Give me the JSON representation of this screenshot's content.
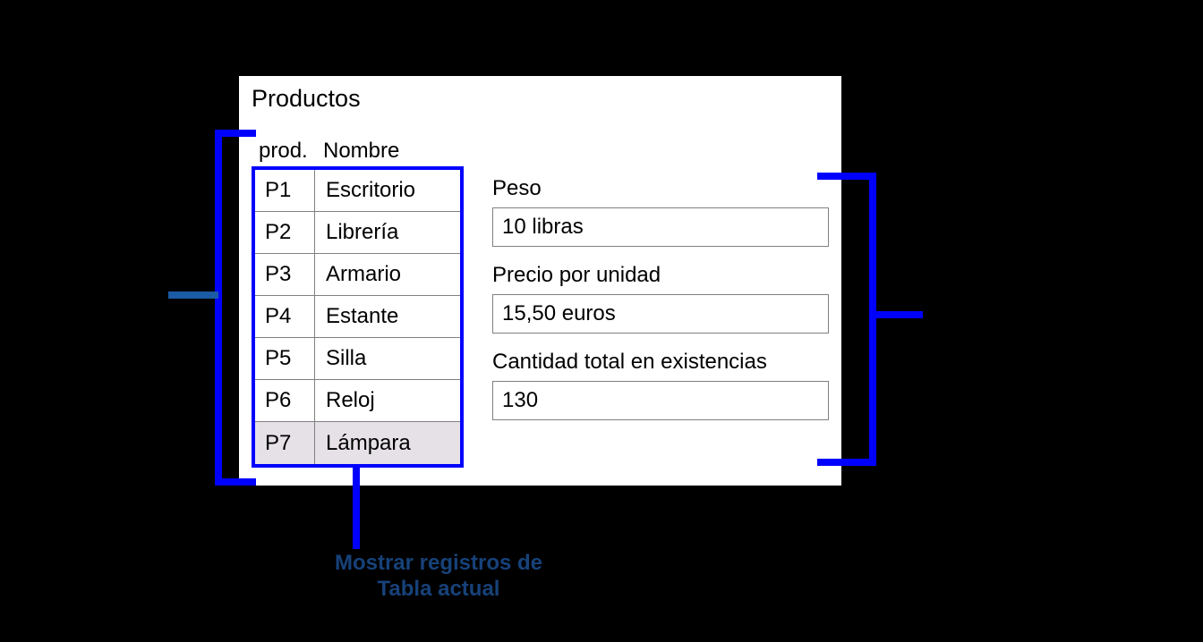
{
  "panel": {
    "title": "Productos",
    "grid": {
      "headers": {
        "code": "prod.",
        "name": "Nombre"
      },
      "rows": [
        {
          "code": "P1",
          "name": "Escritorio",
          "selected": false
        },
        {
          "code": "P2",
          "name": "Librería",
          "selected": false
        },
        {
          "code": "P3",
          "name": "Armario",
          "selected": false
        },
        {
          "code": "P4",
          "name": "Estante",
          "selected": false
        },
        {
          "code": "P5",
          "name": "Silla",
          "selected": false
        },
        {
          "code": "P6",
          "name": "Reloj",
          "selected": false
        },
        {
          "code": "P7",
          "name": "Lámpara",
          "selected": true
        }
      ]
    },
    "fields": [
      {
        "label": "Peso",
        "value": "10 libras"
      },
      {
        "label": "Precio por unidad",
        "value": "15,50 euros"
      },
      {
        "label": "Cantidad total en existencias",
        "value": "130"
      }
    ]
  },
  "annotations": {
    "caption_line1": "Mostrar registros de",
    "caption_line2": "Tabla actual"
  },
  "colors": {
    "bracket_blue": "#0000ff",
    "stub_blue": "#1b5aa5",
    "caption_blue": "#17427a",
    "selected_row": "#e6e1e6",
    "panel_background": "#ffffff",
    "page_background": "#000000"
  }
}
